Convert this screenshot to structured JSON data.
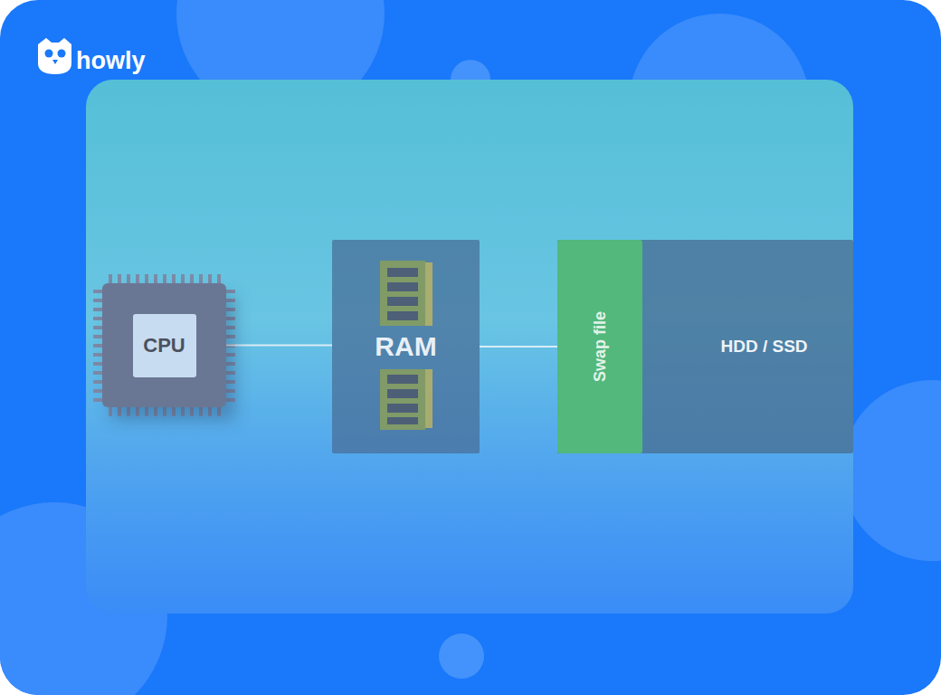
{
  "diagram": {
    "nodes": [
      {
        "text": [
          "CPU"
        ]
      },
      {
        "text": [
          "RAM"
        ]
      },
      {
        "text": [
          "HDD / SSD"
        ]
      },
      {
        "text": [
          "Swap file"
        ],
        "in": 2
      }
    ],
    "edges": [
      {
        "from": 0,
        "to": 1,
        "arrow": "none"
      },
      {
        "from": 1,
        "to": 3,
        "arrow": "none"
      }
    ],
    "labels": [
      "howly"
    ]
  }
}
